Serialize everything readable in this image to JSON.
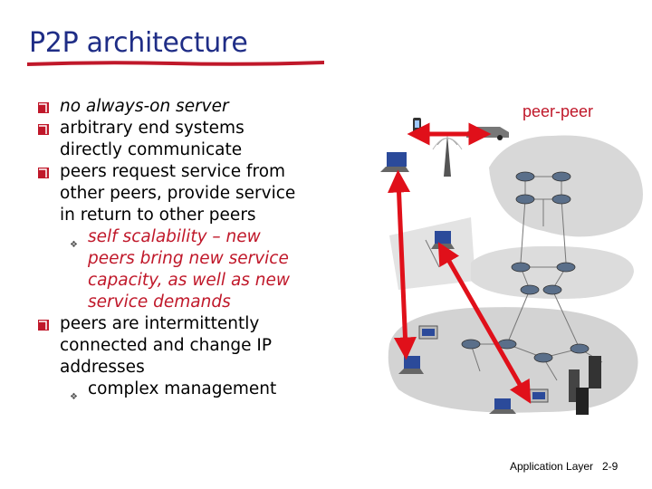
{
  "slide": {
    "title": "P2P architecture",
    "diagram_label": "peer-peer",
    "footer": {
      "section": "Application Layer",
      "page": "2-9"
    },
    "colors": {
      "title": "#1f2d86",
      "accent_red": "#c0182a",
      "arrow": "#e0101a"
    },
    "bullets": [
      {
        "level": 1,
        "style": "normal",
        "lines": [
          "no always-on server"
        ]
      },
      {
        "level": 1,
        "style": "normal",
        "lines": [
          "arbitrary end systems",
          "directly communicate"
        ]
      },
      {
        "level": 1,
        "style": "normal",
        "lines": [
          "peers request service from",
          "other peers, provide service",
          "in return to other peers"
        ]
      },
      {
        "level": 2,
        "style": "red-italic",
        "lines": [
          "self scalability – new",
          "peers bring new service",
          "capacity, as well as new",
          "service demands"
        ]
      },
      {
        "level": 1,
        "style": "normal",
        "lines": [
          "peers are intermittently",
          "connected and change IP",
          "addresses"
        ]
      },
      {
        "level": 2,
        "style": "normal",
        "lines": [
          "complex management"
        ]
      }
    ]
  }
}
